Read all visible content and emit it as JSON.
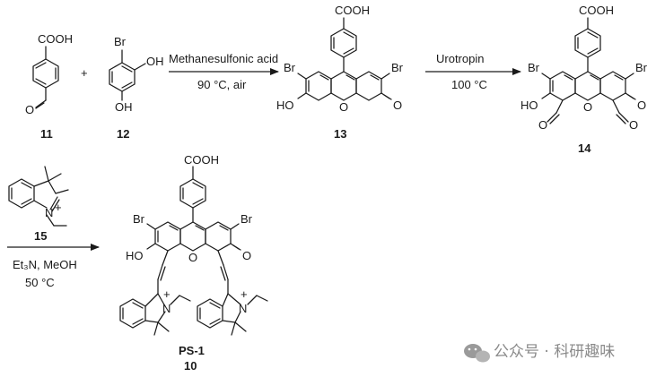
{
  "compounds": {
    "c11": {
      "number": "11",
      "cooh": "COOH",
      "cho": "O"
    },
    "c12": {
      "number": "12",
      "br": "Br",
      "oh_top": "OH",
      "oh_bottom": "OH"
    },
    "c13": {
      "number": "13",
      "cooh": "COOH",
      "br_left": "Br",
      "br_right": "Br",
      "ho": "HO",
      "o_ring": "O",
      "o_keto": "O"
    },
    "c14": {
      "number": "14",
      "cooh": "COOH",
      "br_left": "Br",
      "br_right": "Br",
      "ho": "HO",
      "o_ring": "O",
      "o_keto": "O",
      "cho_left": "O",
      "cho_right": "O"
    },
    "c15": {
      "number": "15",
      "n_plus": "N",
      "plus": "+"
    },
    "ps1": {
      "name": "PS-1",
      "number": "10",
      "cooh": "COOH",
      "br_left": "Br",
      "br_right": "Br",
      "ho": "HO",
      "o_ring": "O",
      "o_keto": "O",
      "n_left": "N",
      "n_right": "N",
      "plus": "+"
    }
  },
  "plus_sign": "+",
  "steps": [
    {
      "reagent": "Methanesulfonic acid",
      "condition": "90 °C, air"
    },
    {
      "reagent": "Urotropin",
      "condition": "100 °C"
    },
    {
      "reagent_compound": "15",
      "reagent": "Et₃N, MeOH",
      "condition": "50 °C"
    }
  ],
  "watermark": {
    "text": "公众号 · 科研趣味",
    "icon": "wechat-icon"
  }
}
